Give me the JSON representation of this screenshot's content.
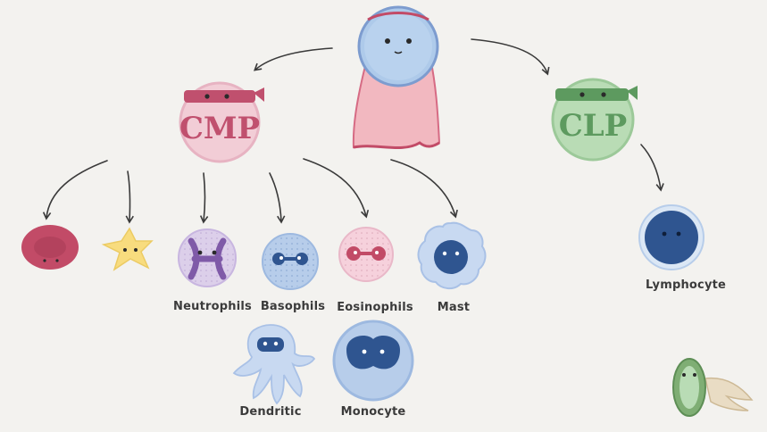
{
  "diagram": {
    "stem": {
      "label": ""
    },
    "cmp": {
      "label": "CMP",
      "color": "#c0506e",
      "fill": "#f2cdd6"
    },
    "clp": {
      "label": "CLP",
      "color": "#5d9a5f",
      "fill": "#b9dcb5"
    },
    "cells": {
      "neutrophils": "Neutrophils",
      "basophils": "Basophils",
      "eosinophils": "Eosinophils",
      "mast": "Mast",
      "dendritic": "Dendritic",
      "monocyte": "Monocyte",
      "lymphocyte": "Lymphocyte"
    },
    "colors": {
      "stem_body": "#aecaea",
      "cape": "#f2b8c0",
      "cape_edge": "#d66b84",
      "rbc": "#c24b67",
      "platelet": "#f8dc7e",
      "neutrophil": "#dccfea",
      "basophil": "#b7cdea",
      "eosinophil": "#f6d1dc",
      "mast": "#c8d9f1",
      "dark_blue": "#2f5590",
      "arrow": "#3a3a3a"
    }
  }
}
